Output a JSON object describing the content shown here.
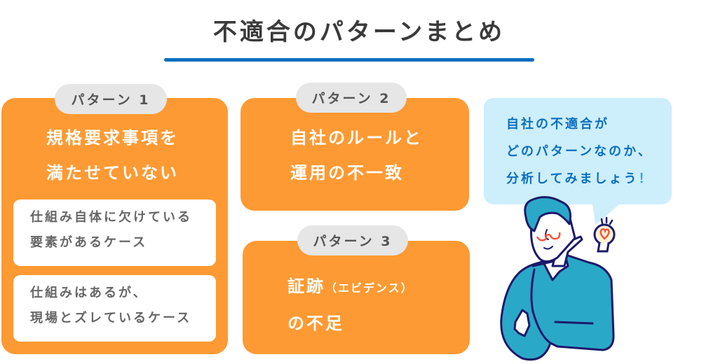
{
  "title": "不適合のパターンまとめ",
  "colors": {
    "card_orange": "#fe9a33",
    "pill_gray": "#e6e6e6",
    "accent_blue": "#0a6fbf",
    "bubble_blue": "#cdeefb",
    "exclamation_blue": "#29a8e0",
    "character_shirt": "#2aa8c8",
    "character_outline": "#1c1a6b"
  },
  "patterns": [
    {
      "label": "パターン 1",
      "heading_lines": [
        "規格要求事項を",
        "満たせていない"
      ],
      "cases": [
        {
          "lines": [
            "仕組み自体に欠けている",
            "要素があるケース"
          ]
        },
        {
          "lines": [
            "仕組みはあるが、",
            "現場とズレているケース"
          ]
        }
      ]
    },
    {
      "label": "パターン 2",
      "heading_lines": [
        "自社のルールと",
        "運用の不一致"
      ]
    },
    {
      "label": "パターン 3",
      "heading_main": "証跡",
      "heading_note": "（エビデンス）",
      "heading_line2": "の不足"
    }
  ],
  "speech_bubble": {
    "lines": [
      "自社の不適合が",
      "どのパターンなのか、",
      "分析してみましょう"
    ],
    "exclamation": "！"
  },
  "illustration": {
    "subject": "thinking-man-with-glasses",
    "accessory": "light-bulb-with-heart"
  }
}
